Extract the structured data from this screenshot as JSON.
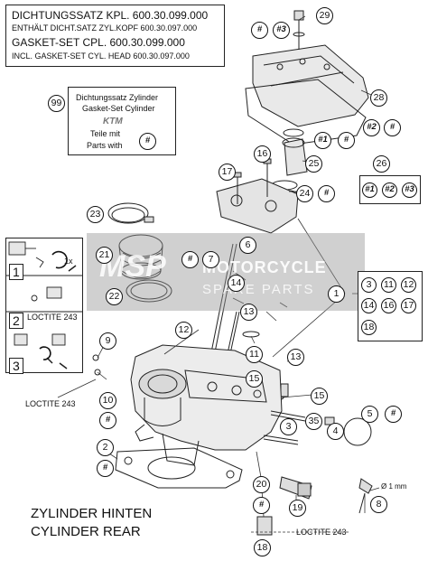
{
  "kit_note": {
    "line1": "DICHTUNGSSATZ KPL.  600.30.099.000",
    "line2": "ENTHÄLT DICHT.SATZ ZYL.KOPF 600.30.097.000",
    "line3": "GASKET-SET CPL.          600.30.099.000",
    "line4": "INCL. GASKET-SET CYL. HEAD 600.30.097.000"
  },
  "legend": {
    "ref": "99",
    "line1": "Dichtungssatz Zylinder",
    "line2": "Gasket-Set Cylinder",
    "brand": "KTM",
    "line3": "Teile mit",
    "line4": "Parts with",
    "symbol": "#"
  },
  "steps": {
    "s1": "1",
    "s2": "2",
    "s3": "3",
    "times": "1x",
    "loctite": "LOCTITE 243"
  },
  "group1": [
    "3",
    "11",
    "12",
    "14",
    "16",
    "17",
    "18"
  ],
  "group26": [
    "#1",
    "#2",
    "#3"
  ],
  "callouts": {
    "c1": "1",
    "c2": "2",
    "c3": "3",
    "c4": "4",
    "c5": "5",
    "c6": "6",
    "c7": "7",
    "c8": "8",
    "c9": "9",
    "c10": "10",
    "c11": "11",
    "c12": "12",
    "c13a": "13",
    "c13b": "13",
    "c14": "14",
    "c15a": "15",
    "c15b": "15",
    "c16": "16",
    "c17": "17",
    "c18": "18",
    "c19": "19",
    "c20": "20",
    "c21": "21",
    "c22": "22",
    "c23": "23",
    "c24": "24",
    "c25": "25",
    "c26": "26",
    "c28": "28",
    "c29": "29",
    "c35": "35",
    "hash": "#",
    "h1": "#1",
    "h2": "#2",
    "h3": "#3"
  },
  "notes": {
    "loctite_left": "LOCTITE 243",
    "loctite_bottom": "LOCTITE 243",
    "wire_size": "Ø 1 mm"
  },
  "title": {
    "line1": "ZYLINDER HINTEN",
    "line2": "CYLINDER REAR"
  },
  "watermark": {
    "brand": "MSP",
    "line1": "MOTORCYCLE",
    "line2": "SPARE PARTS"
  }
}
